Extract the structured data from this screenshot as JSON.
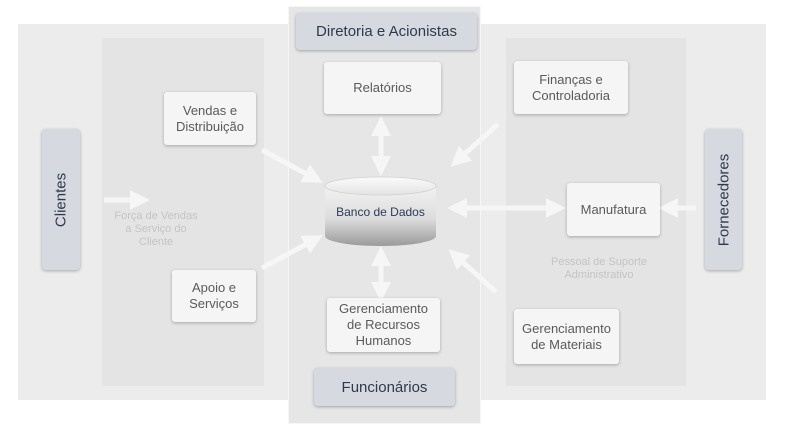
{
  "center": {
    "top_header": "Diretoria e Acionistas",
    "bottom_header": "Funcionários",
    "database": "Banco de Dados",
    "reports": "Relatórios",
    "hr": [
      "Gerenciamento",
      "de Recursos",
      "Humanos"
    ]
  },
  "left": {
    "side_label": "Clientes",
    "sales": [
      "Vendas e",
      "Distribuição"
    ],
    "support": [
      "Apoio e",
      "Serviços"
    ],
    "faint_note": [
      "Força de Vendas",
      "a Serviço do",
      "Cliente"
    ]
  },
  "right": {
    "side_label": "Fornecedores",
    "finance": [
      "Finanças e",
      "Controladoria"
    ],
    "manufacturing": "Manufatura",
    "materials": [
      "Gerenciamento",
      "de Materiais"
    ],
    "faint_note": [
      "Pessoal de Suporte",
      "Administrativo"
    ]
  }
}
